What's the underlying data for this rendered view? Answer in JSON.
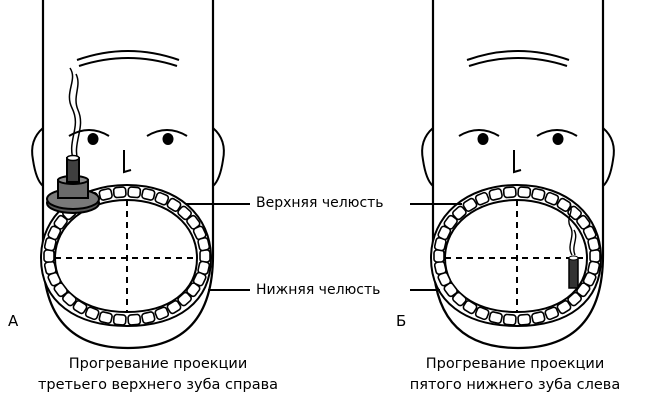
{
  "labels": {
    "upper_jaw": "Верхняя челюсть",
    "lower_jaw": "Нижняя челюсть"
  },
  "panels": [
    {
      "letter": "А",
      "caption_line1": "Прогревание проекции",
      "caption_line2": "третьего верхнего зуба справа"
    },
    {
      "letter": "Б",
      "caption_line1": "Прогревание проекции",
      "caption_line2": "пятого нижнего зуба слева"
    }
  ],
  "colors": {
    "ink": "#000000",
    "moxa_fill": "#7a7a7a",
    "moxa_dark": "#4a4a4a",
    "paper": "#ffffff"
  },
  "icons": {
    "moxa_cone": "moxa-cone-icon",
    "moxa_stick": "moxa-stick-icon",
    "smoke": "smoke-icon"
  }
}
